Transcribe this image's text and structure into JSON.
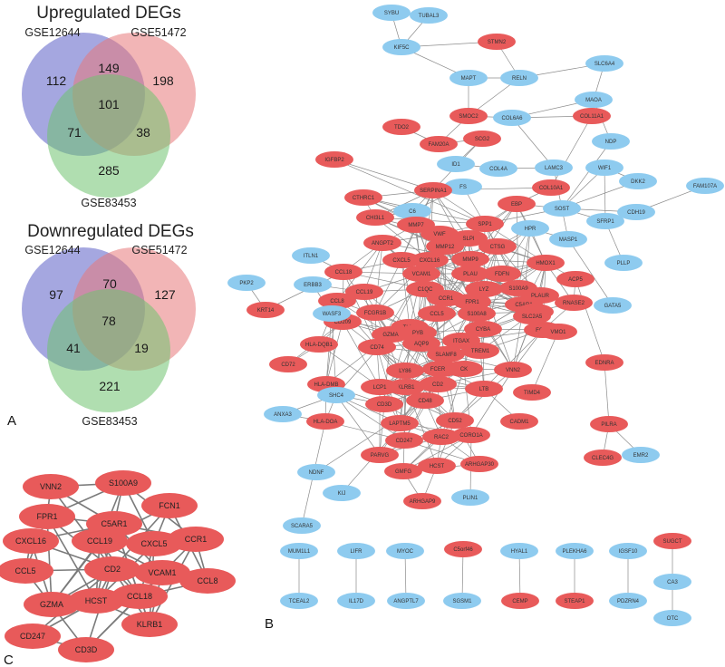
{
  "colors": {
    "set1": "#5b5ec7",
    "set2": "#e8797a",
    "set3": "#6fc26f",
    "up_node": "#e85a5a",
    "down_node": "#8ecbef",
    "edge": "#8c8c8c"
  },
  "panel_labels": {
    "a": "A",
    "b": "B",
    "c": "C"
  },
  "venn_up": {
    "title": "Upregulated DEGs",
    "sets": [
      "GSE12644",
      "GSE51472",
      "GSE83453"
    ],
    "counts": {
      "only1": "112",
      "only2": "198",
      "only3": "285",
      "s12": "149",
      "s13": "71",
      "s23": "38",
      "all": "101"
    }
  },
  "venn_down": {
    "title": "Downregulated DEGs",
    "sets": [
      "GSE12644",
      "GSE51472",
      "GSE83453"
    ],
    "counts": {
      "only1": "97",
      "only2": "127",
      "only3": "221",
      "s12": "70",
      "s13": "41",
      "s23": "19",
      "all": "78"
    }
  },
  "network": {
    "nodes": [
      [
        "SYBU",
        "d"
      ],
      [
        "TUBAL3",
        "d"
      ],
      [
        "KIF5C",
        "d"
      ],
      [
        "STMN2",
        "u"
      ],
      [
        "SLC6A4",
        "d"
      ],
      [
        "MAPT",
        "d"
      ],
      [
        "RELN",
        "d"
      ],
      [
        "MAOA",
        "d"
      ],
      [
        "SMOC2",
        "u"
      ],
      [
        "TDO2",
        "u"
      ],
      [
        "COL6A6",
        "d"
      ],
      [
        "COL11A1",
        "u"
      ],
      [
        "FAM20A",
        "u"
      ],
      [
        "SCG2",
        "u"
      ],
      [
        "NDP",
        "d"
      ],
      [
        "IGFBP2",
        "u"
      ],
      [
        "ID1",
        "d"
      ],
      [
        "COL4A",
        "d"
      ],
      [
        "LAMC3",
        "d"
      ],
      [
        "COL10A1",
        "u"
      ],
      [
        "WIF1",
        "d"
      ],
      [
        "DKK2",
        "d"
      ],
      [
        "FAM107A",
        "d"
      ],
      [
        "CTHRC1",
        "u"
      ],
      [
        "FS",
        "d"
      ],
      [
        "SERPINA1",
        "u"
      ],
      [
        "EBP",
        "u"
      ],
      [
        "SOST",
        "d"
      ],
      [
        "CDH19",
        "d"
      ],
      [
        "CHI3L1",
        "u"
      ],
      [
        "C6",
        "d"
      ],
      [
        "SPP1",
        "u"
      ],
      [
        "HPR",
        "d"
      ],
      [
        "SFRP1",
        "d"
      ],
      [
        "ANGPT2",
        "u"
      ],
      [
        "MMP7",
        "u"
      ],
      [
        "VWF",
        "u"
      ],
      [
        "SLPI",
        "u"
      ],
      [
        "CTSG",
        "u"
      ],
      [
        "MASP1",
        "d"
      ],
      [
        "ITLN1",
        "d"
      ],
      [
        "CXCL5",
        "u"
      ],
      [
        "MMP12",
        "u"
      ],
      [
        "CXCL16",
        "u"
      ],
      [
        "MMP9",
        "u"
      ],
      [
        "HMOX1",
        "u"
      ],
      [
        "PLLP",
        "d"
      ],
      [
        "CCL18",
        "u"
      ],
      [
        "VCAM1",
        "u"
      ],
      [
        "PLAU",
        "u"
      ],
      [
        "FDFN",
        "u"
      ],
      [
        "ACP5",
        "u"
      ],
      [
        "PKP2",
        "d"
      ],
      [
        "ERBB3",
        "d"
      ],
      [
        "CCL19",
        "u"
      ],
      [
        "C1QC",
        "u"
      ],
      [
        "CCR1",
        "u"
      ],
      [
        "LYZ",
        "u"
      ],
      [
        "S100A9",
        "u"
      ],
      [
        "PLAUR",
        "u"
      ],
      [
        "KRT14",
        "u"
      ],
      [
        "CCL8",
        "u"
      ],
      [
        "FCGR1B",
        "u"
      ],
      [
        "FPR1",
        "u"
      ],
      [
        "C5AR1",
        "u"
      ],
      [
        "CD93",
        "u"
      ],
      [
        "RNASE2",
        "u"
      ],
      [
        "GATA5",
        "d"
      ],
      [
        "CD209",
        "u"
      ],
      [
        "CCL5",
        "u"
      ],
      [
        "S100A8",
        "u"
      ],
      [
        "SLC2A5",
        "u"
      ],
      [
        "WASF3",
        "d"
      ],
      [
        "TLR8",
        "u"
      ],
      [
        "CYBA",
        "u"
      ],
      [
        "FCN1",
        "u"
      ],
      [
        "HLA-DQB1",
        "u"
      ],
      [
        "GZMA",
        "u"
      ],
      [
        "ITGAX",
        "u"
      ],
      [
        "VMO1",
        "u"
      ],
      [
        "CD72",
        "u"
      ],
      [
        "CD74",
        "u"
      ],
      [
        "AQP9",
        "u"
      ],
      [
        "SLAMF8",
        "u"
      ],
      [
        "TREM1",
        "u"
      ],
      [
        "PYB",
        "u"
      ],
      [
        "FCER1G",
        "u"
      ],
      [
        "CK",
        "u"
      ],
      [
        "VNN2",
        "u"
      ],
      [
        "HLA-DMB",
        "u"
      ],
      [
        "SHC4",
        "d"
      ],
      [
        "LY86",
        "u"
      ],
      [
        "EDNRA",
        "u"
      ],
      [
        "KLRB1",
        "u"
      ],
      [
        "CD2",
        "u"
      ],
      [
        "LTB",
        "u"
      ],
      [
        "TIMD4",
        "u"
      ],
      [
        "LCP1",
        "u"
      ],
      [
        "CD3D",
        "u"
      ],
      [
        "CD48",
        "u"
      ],
      [
        "ANXA3",
        "d"
      ],
      [
        "LAPTM5",
        "u"
      ],
      [
        "CD52",
        "u"
      ],
      [
        "CADM1",
        "u"
      ],
      [
        "PILRA",
        "u"
      ],
      [
        "HLA-DOA",
        "u"
      ],
      [
        "CD247",
        "u"
      ],
      [
        "RAC2",
        "u"
      ],
      [
        "CORO1A",
        "u"
      ],
      [
        "PARVG",
        "u"
      ],
      [
        "HCST",
        "u"
      ],
      [
        "ARHGAP30",
        "u"
      ],
      [
        "GMFG",
        "u"
      ],
      [
        "EMR2",
        "d"
      ],
      [
        "CLEC4G",
        "u"
      ],
      [
        "NDNF",
        "d"
      ],
      [
        "ARHGAP9",
        "u"
      ],
      [
        "KIJ",
        "d"
      ],
      [
        "PLIN1",
        "d"
      ],
      [
        "SCARA5",
        "d"
      ],
      [
        "MUM1L1",
        "d"
      ],
      [
        "LIFR",
        "d"
      ],
      [
        "MYOC",
        "d"
      ],
      [
        "C5orf46",
        "u"
      ],
      [
        "HYAL1",
        "d"
      ],
      [
        "PLEKHA6",
        "d"
      ],
      [
        "IGSF10",
        "d"
      ],
      [
        "SUGCT",
        "u"
      ],
      [
        "TCEAL2",
        "d"
      ],
      [
        "IL17D",
        "d"
      ],
      [
        "ANGPTL7",
        "d"
      ],
      [
        "SGSM1",
        "d"
      ],
      [
        "CEMP",
        "u"
      ],
      [
        "STEAP1",
        "u"
      ],
      [
        "PDZRN4",
        "d"
      ],
      [
        "CA3",
        "d"
      ],
      [
        "OTC",
        "d"
      ]
    ]
  },
  "hub": {
    "nodes": [
      "VNN2",
      "S100A9",
      "FCN1",
      "FPR1",
      "C5AR1",
      "CCR1",
      "CXCL16",
      "CCL19",
      "CXCL5",
      "CCL5",
      "CCL8",
      "CD2",
      "VCAM1",
      "GZMA",
      "HCST",
      "CCL18",
      "CD247",
      "KLRB1",
      "CD3D"
    ]
  }
}
